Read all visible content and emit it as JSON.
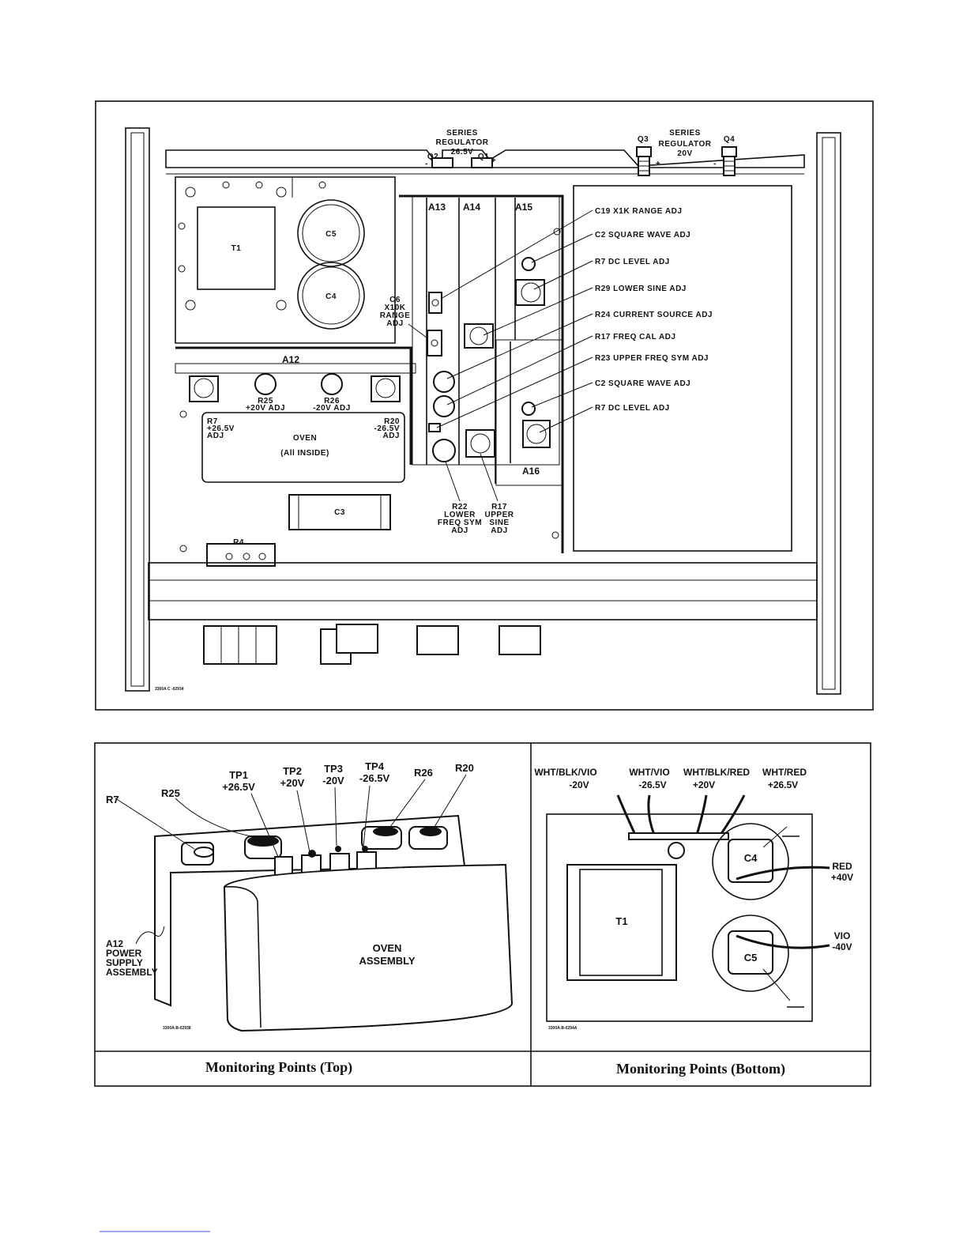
{
  "top_figure": {
    "series_regulator_1": {
      "title": "SERIES\nREGULATOR",
      "voltage": "26.5V",
      "q_left": "Q2",
      "q_right": "Q1",
      "minus": "-",
      "plus": "+"
    },
    "series_regulator_2": {
      "title": "SERIES\nREGULATOR",
      "voltage": "20V",
      "q_left": "Q3",
      "q_right": "Q4",
      "minus": "-",
      "plus": "+"
    },
    "parts": {
      "t1": "T1",
      "c5": "C5",
      "c4": "C4",
      "c3": "C3",
      "r4": "R4",
      "a12": "A12",
      "a13": "A13",
      "a14": "A14",
      "a15": "A15",
      "a16": "A16"
    },
    "c6_label": [
      "C6",
      "X10K",
      "RANGE",
      "ADJ"
    ],
    "a12_labels": {
      "r7": [
        "R7",
        "+26.5V",
        "ADJ"
      ],
      "r25": [
        "R25",
        "+20V ADJ"
      ],
      "r26": [
        "R26",
        "-20V ADJ"
      ],
      "r20": [
        "R20",
        "-26.5V",
        "ADJ"
      ],
      "oven": "OVEN",
      "oven_sub": "(All INSIDE)"
    },
    "bottom_labels": {
      "r22": [
        "R22",
        "LOWER",
        "FREQ SYM",
        "ADJ"
      ],
      "r17": [
        "R17",
        "UPPER",
        "SINE",
        "ADJ"
      ]
    },
    "callouts": [
      "C19 X1K RANGE ADJ",
      "C2 SQUARE WAVE ADJ",
      "R7 DC LEVEL ADJ",
      "R29 LOWER SINE ADJ",
      "R24 CURRENT SOURCE ADJ",
      "R17 FREQ CAL ADJ",
      "R23 UPPER FREQ SYM ADJ",
      "C2 SQUARE WAVE ADJ",
      "R7 DC LEVEL ADJ"
    ],
    "figure_id": "3300A C -02934"
  },
  "left_figure": {
    "tp_labels": [
      {
        "name": "TP1",
        "voltage": "+26.5V"
      },
      {
        "name": "TP2",
        "voltage": "+20V"
      },
      {
        "name": "TP3",
        "voltage": "-20V"
      },
      {
        "name": "TP4",
        "voltage": "-26.5V"
      }
    ],
    "r_labels": {
      "r7": "R7",
      "r25": "R25",
      "r26": "R26",
      "r20": "R20"
    },
    "assembly_label": [
      "A12",
      "POWER",
      "SUPPLY",
      "ASSEMBLY"
    ],
    "oven_label": [
      "OVEN",
      "ASSEMBLY"
    ],
    "figure_id": "3300A-B-02938",
    "caption": "Monitoring Points (Top)"
  },
  "right_figure": {
    "wires": [
      {
        "color": "WHT/BLK/VIO",
        "voltage": "-20V"
      },
      {
        "color": "WHT/VIO",
        "voltage": "-26.5V"
      },
      {
        "color": "WHT/BLK/RED",
        "voltage": "+20V"
      },
      {
        "color": "WHT/RED",
        "voltage": "+26.5V"
      }
    ],
    "t1": "T1",
    "c4": "C4",
    "c5": "C5",
    "red": {
      "color": "RED",
      "voltage": "+40V"
    },
    "vio": {
      "color": "VIO",
      "voltage": "-40V"
    },
    "figure_id": "3300A-B-0294A",
    "caption": "Monitoring Points (Bottom)"
  }
}
